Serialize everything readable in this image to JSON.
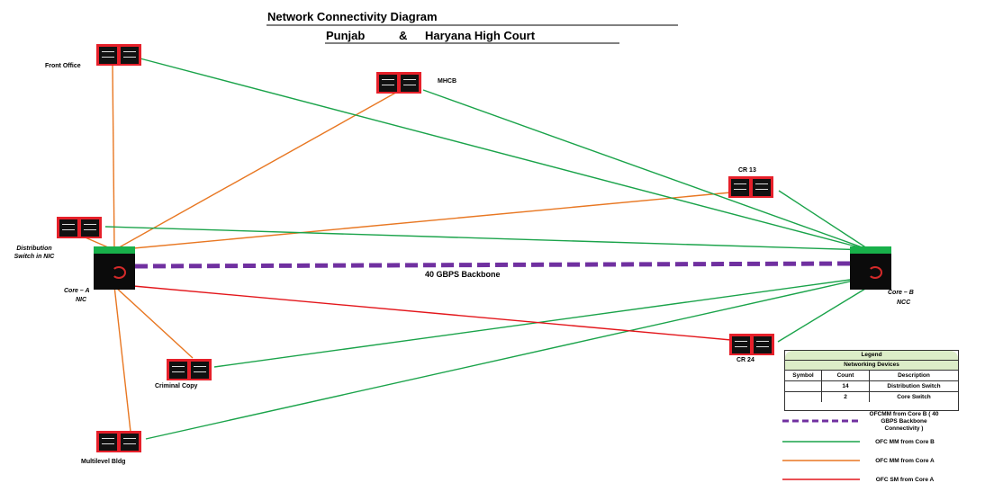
{
  "header": {
    "title": "Network Connectivity Diagram",
    "subtitle_left": "Punjab",
    "subtitle_amp": "&",
    "subtitle_right": "Haryana High Court"
  },
  "nodes": {
    "front_office": "Front Office",
    "mhcb": "MHCB",
    "distribution_switch": "Distribution Switch in NIC",
    "core_a_line1": "Core – A",
    "core_a_line2": "NIC",
    "core_b_line1": "Core – B",
    "core_b_line2": "NCC",
    "cr13": "CR 13",
    "cr24": "CR 24",
    "criminal_copy": "Criminal Copy",
    "multilevel": "Multilevel Bldg"
  },
  "backbone_label": "40 GBPS Backbone",
  "legend": {
    "title": "Legend",
    "subtitle": "Networking Devices",
    "col_symbol": "Symbol",
    "col_count": "Count",
    "col_description": "Description",
    "rows": [
      {
        "count": "14",
        "description": "Distribution Switch"
      },
      {
        "count": "2",
        "description": "Core Switch"
      }
    ],
    "links": [
      {
        "label": "OFCMM from Core B ( 40 GBPS Backbone Connectivity )",
        "color": "#7030a0",
        "style": "dashed"
      },
      {
        "label": "OFC MM from Core B",
        "color": "#1aa34a",
        "style": "solid"
      },
      {
        "label": "OFC MM from Core A",
        "color": "#e87722",
        "style": "solid"
      },
      {
        "label": "OFC SM from Core A",
        "color": "#e3161b",
        "style": "solid"
      }
    ]
  },
  "colors": {
    "backbone": "#7030a0",
    "mm_core_b": "#1aa34a",
    "mm_core_a": "#e87722",
    "sm_core_a": "#e3161b",
    "switch_body": "#e6202a",
    "core_top": "#18b04a"
  },
  "icons": {
    "switch": "network-switch-icon",
    "core": "core-switch-icon"
  }
}
